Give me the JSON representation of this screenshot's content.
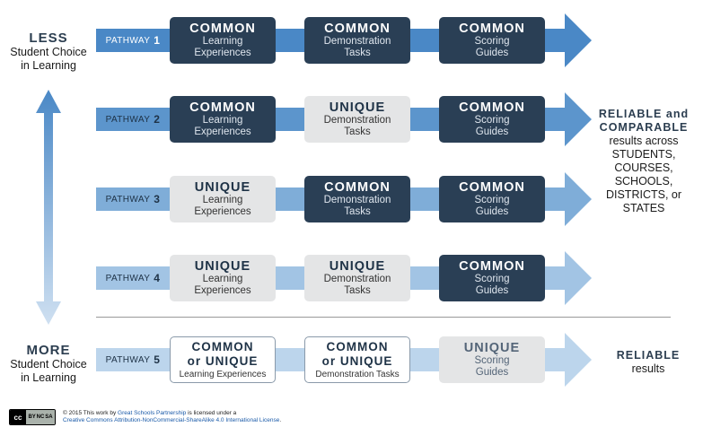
{
  "left_labels": {
    "top": {
      "big": "LESS",
      "line1": "Student Choice",
      "line2": "in Learning"
    },
    "bottom": {
      "big": "MORE",
      "line1": "Student Choice",
      "line2": "in Learning"
    }
  },
  "pathway_word": "PATHWAY",
  "pathways": [
    {
      "number": "1",
      "boxes": [
        {
          "style": "common",
          "head": "COMMON",
          "sub1": "Learning",
          "sub2": "Experiences"
        },
        {
          "style": "common",
          "head": "COMMON",
          "sub1": "Demonstration",
          "sub2": "Tasks"
        },
        {
          "style": "common",
          "head": "COMMON",
          "sub1": "Scoring",
          "sub2": "Guides"
        }
      ]
    },
    {
      "number": "2",
      "boxes": [
        {
          "style": "common",
          "head": "COMMON",
          "sub1": "Learning",
          "sub2": "Experiences"
        },
        {
          "style": "unique",
          "head": "UNIQUE",
          "sub1": "Demonstration",
          "sub2": "Tasks"
        },
        {
          "style": "common",
          "head": "COMMON",
          "sub1": "Scoring",
          "sub2": "Guides"
        }
      ]
    },
    {
      "number": "3",
      "boxes": [
        {
          "style": "unique",
          "head": "UNIQUE",
          "sub1": "Learning",
          "sub2": "Experiences"
        },
        {
          "style": "common",
          "head": "COMMON",
          "sub1": "Demonstration",
          "sub2": "Tasks"
        },
        {
          "style": "common",
          "head": "COMMON",
          "sub1": "Scoring",
          "sub2": "Guides"
        }
      ]
    },
    {
      "number": "4",
      "boxes": [
        {
          "style": "unique",
          "head": "UNIQUE",
          "sub1": "Learning",
          "sub2": "Experiences"
        },
        {
          "style": "unique",
          "head": "UNIQUE",
          "sub1": "Demonstration",
          "sub2": "Tasks"
        },
        {
          "style": "common",
          "head": "COMMON",
          "sub1": "Scoring",
          "sub2": "Guides"
        }
      ]
    },
    {
      "number": "5",
      "boxes": [
        {
          "style": "either",
          "head": "COMMON",
          "head2": "or UNIQUE",
          "sub1": "Learning Experiences"
        },
        {
          "style": "either",
          "head": "COMMON",
          "head2": "or UNIQUE",
          "sub1": "Demonstration Tasks"
        },
        {
          "style": "faded",
          "head": "UNIQUE",
          "sub1": "Scoring",
          "sub2": "Guides"
        }
      ]
    }
  ],
  "outcome_reliable_comparable": {
    "bold1": "RELIABLE and",
    "bold2": "COMPARABLE",
    "lines": [
      "results across",
      "STUDENTS,",
      "COURSES,",
      "SCHOOLS,",
      "DISTRICTS, or",
      "STATES"
    ]
  },
  "outcome_reliable": {
    "bold": "RELIABLE",
    "plain": "results"
  },
  "footer": {
    "badge_cc": "cc",
    "badge_icons": [
      "BY",
      "NC",
      "SA"
    ],
    "line1_pre": "© 2015 This work by ",
    "line1_link": "Great Schools Partnership",
    "line1_post": " is licensed under a",
    "line2_link": "Creative Commons Attribution-NonCommercial-ShareAlike 4.0 International License",
    "line2_post": "."
  },
  "colors": {
    "common_box": "#2a3f55",
    "unique_box": "#e4e5e6",
    "row_colors": [
      "#4a88c6",
      "#5c95cc",
      "#7fadd8",
      "#a2c4e4",
      "#bcd5ec"
    ]
  }
}
